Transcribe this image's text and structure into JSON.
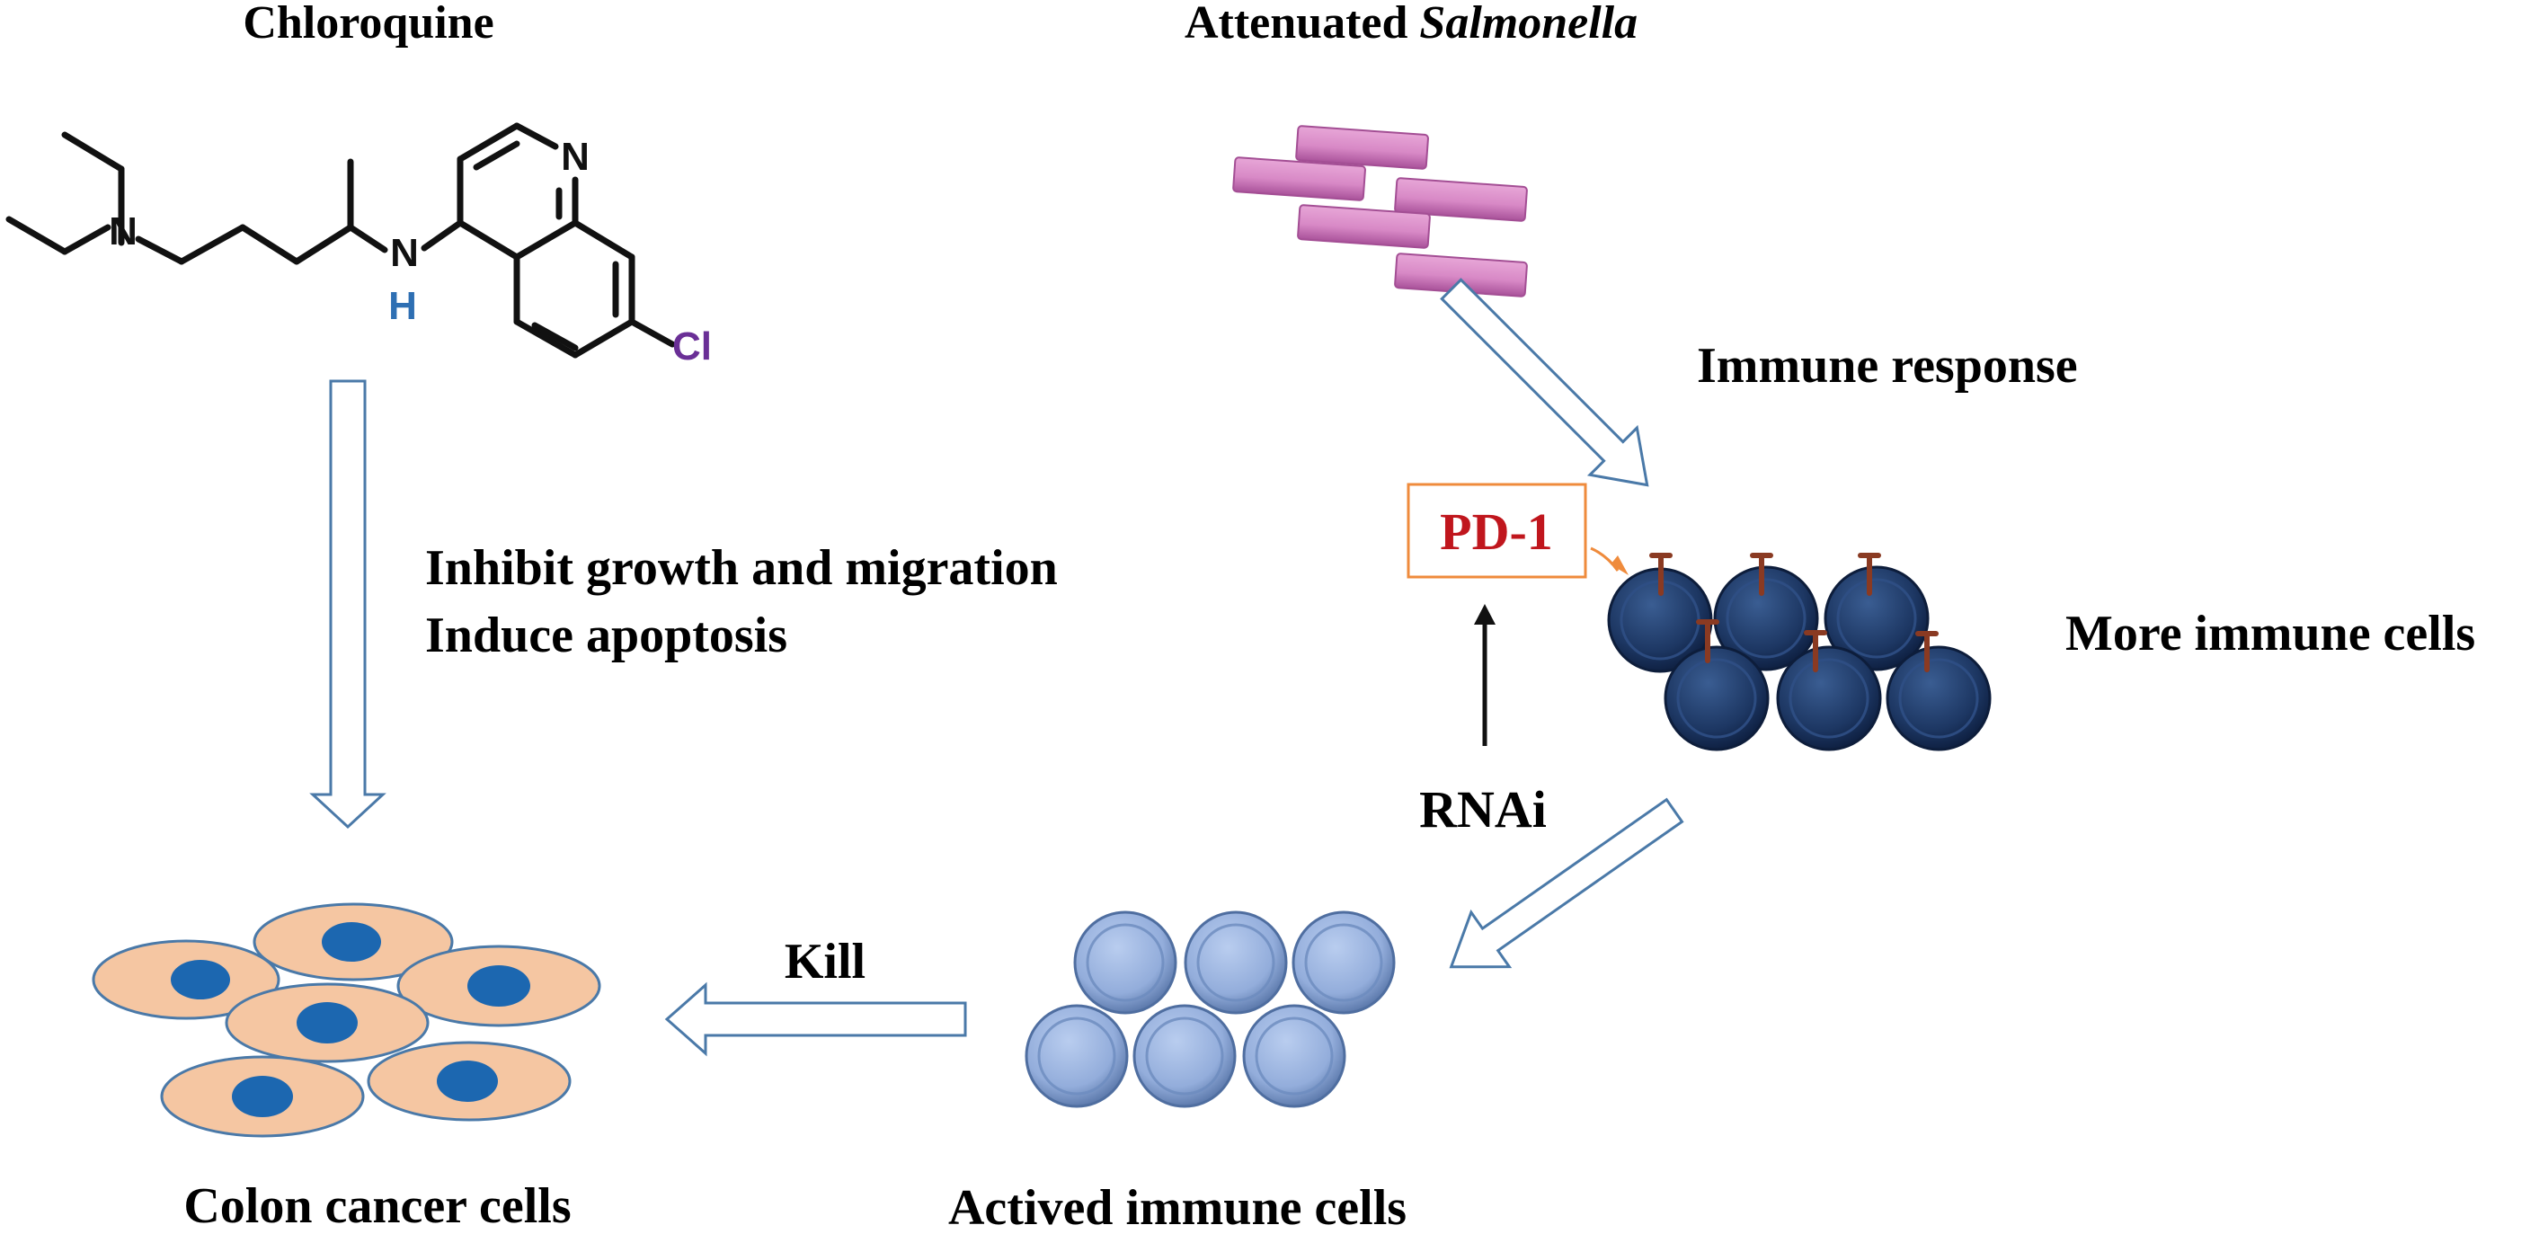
{
  "labels": {
    "chloroquine": "Chloroquine",
    "attenuated_prefix": "Attenuated ",
    "attenuated_italic": "Salmonella",
    "inhibit": "Inhibit growth and migration",
    "induce": "Induce apoptosis",
    "immune_response": "Immune response",
    "pd1": "PD-1",
    "more_immune": "More immune cells",
    "rnai": "RNAi",
    "kill": "Kill",
    "colon_cancer": "Colon cancer cells",
    "actived_immune": "Actived immune cells"
  },
  "molecule": {
    "atom_n_amine": "N",
    "atom_n_ring": "N",
    "atom_n_nh": "N",
    "atom_h": "H",
    "atom_cl": "Cl"
  },
  "colors": {
    "arrow_stroke": "#4a79a8",
    "salmonella": "#d889c6",
    "salmonella_dark": "#b25da3",
    "cancer_cell": "#f5c6a2",
    "cancer_nucleus": "#1c67b0",
    "immune_dark": "#1d3763",
    "immune_light": "#93addb",
    "pd1_red": "#c0161d",
    "pd1_box": "#ef8b3c",
    "receptor": "#8a3a22",
    "h_blue": "#2e6fb3",
    "cl_purple": "#6a2f96"
  }
}
